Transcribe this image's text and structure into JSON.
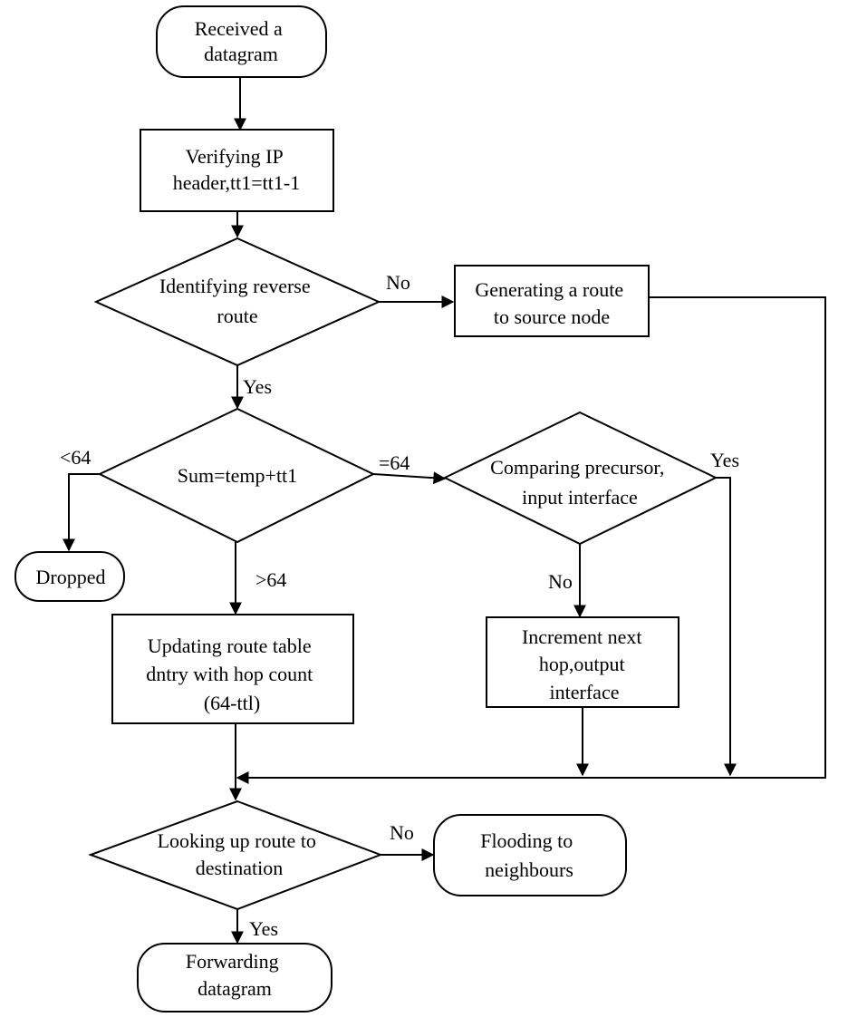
{
  "nodes": {
    "received": [
      "Received a",
      "datagram"
    ],
    "verify": [
      "Verifying IP",
      "header,tt1=tt1-1"
    ],
    "identify": [
      "Identifying reverse",
      "route"
    ],
    "generate": [
      "Generating a route",
      "to source node"
    ],
    "sum": [
      "Sum=temp+tt1"
    ],
    "compare": [
      "Comparing precursor,",
      "input interface"
    ],
    "dropped": [
      "Dropped"
    ],
    "update": [
      "Updating route table",
      "dntry with hop count",
      "(64-ttl)"
    ],
    "increment": [
      "Increment next",
      "hop,output",
      "interface"
    ],
    "lookup": [
      "Looking up route to",
      "destination"
    ],
    "flood": [
      "Flooding to",
      "neighbours"
    ],
    "forward": [
      "Forwarding",
      "datagram"
    ]
  },
  "edge_labels": {
    "identify_no": "No",
    "identify_yes": "Yes",
    "sum_lt": "<64",
    "sum_eq": "=64",
    "sum_gt": ">64",
    "compare_yes": "Yes",
    "compare_no": "No",
    "lookup_no": "No",
    "lookup_yes": "Yes"
  }
}
